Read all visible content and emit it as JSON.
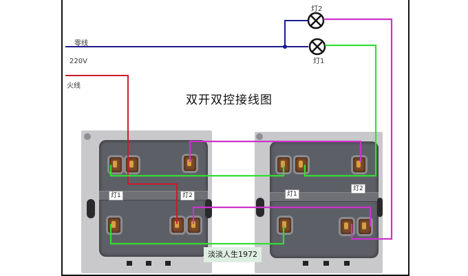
{
  "diagram": {
    "title": "双开双控接线图",
    "labels": {
      "neutral": "零线",
      "voltage": "220V",
      "live": "火线",
      "lamp2_top": "灯2",
      "lamp1_top": "灯1"
    },
    "switches": [
      {
        "name": "left-switch",
        "tags": [
          "灯1",
          "灯2"
        ]
      },
      {
        "name": "right-switch",
        "tags": [
          "灯1",
          "灯2"
        ]
      }
    ],
    "watermark": "淡淡人生1972",
    "colors": {
      "neutral_wire": "#1a1a8c",
      "live_wire": "#cc1a2a",
      "lamp1_wire": "#33dd33",
      "lamp2_wire": "#cc33cc",
      "border": "#111111"
    }
  }
}
